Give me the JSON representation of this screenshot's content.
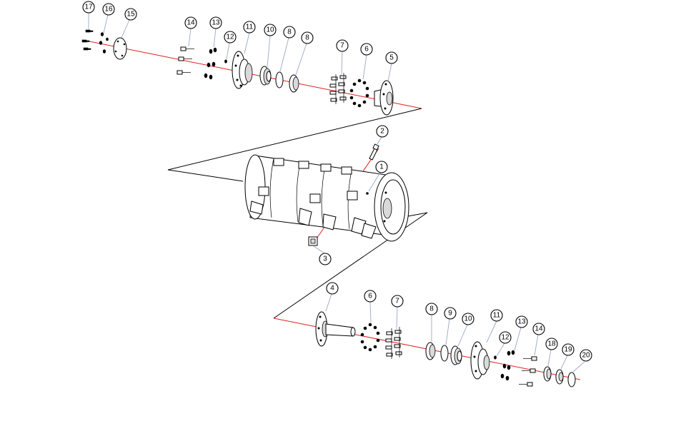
{
  "diagram": {
    "callouts": [
      {
        "id": "c17",
        "label": "17"
      },
      {
        "id": "c16",
        "label": "16"
      },
      {
        "id": "c15",
        "label": "15"
      },
      {
        "id": "c14a",
        "label": "14"
      },
      {
        "id": "c13a",
        "label": "13"
      },
      {
        "id": "c12a",
        "label": "12"
      },
      {
        "id": "c11a",
        "label": "11"
      },
      {
        "id": "c10a",
        "label": "10"
      },
      {
        "id": "c8a",
        "label": "8"
      },
      {
        "id": "c8b",
        "label": "8"
      },
      {
        "id": "c7a",
        "label": "7"
      },
      {
        "id": "c6a",
        "label": "6"
      },
      {
        "id": "c5",
        "label": "5"
      },
      {
        "id": "c2",
        "label": "2"
      },
      {
        "id": "c1",
        "label": "1"
      },
      {
        "id": "c3",
        "label": "3"
      },
      {
        "id": "c4",
        "label": "4"
      },
      {
        "id": "c6b",
        "label": "6"
      },
      {
        "id": "c7b",
        "label": "7"
      },
      {
        "id": "c8c",
        "label": "8"
      },
      {
        "id": "c9",
        "label": "9"
      },
      {
        "id": "c10b",
        "label": "10"
      },
      {
        "id": "c11b",
        "label": "11"
      },
      {
        "id": "c12b",
        "label": "12"
      },
      {
        "id": "c13b",
        "label": "13"
      },
      {
        "id": "c14b",
        "label": "14"
      },
      {
        "id": "c18",
        "label": "18"
      },
      {
        "id": "c19",
        "label": "19"
      },
      {
        "id": "c20",
        "label": "20"
      }
    ],
    "colors": {
      "axis": "#e02020",
      "leader": "#9aa7c7",
      "line": "#000000"
    }
  }
}
